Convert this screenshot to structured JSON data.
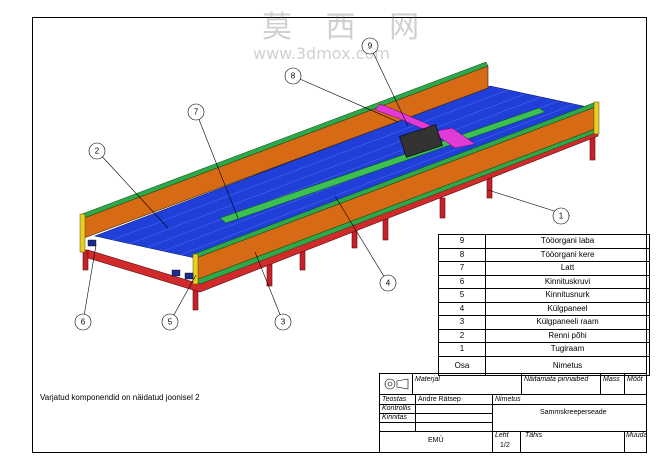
{
  "watermark": {
    "chinese": "莫 西 网",
    "url": "www.3dmox.com"
  },
  "note": "Varjatud komponendid on näidatud joonisel 2",
  "callouts": [
    "1",
    "2",
    "3",
    "4",
    "5",
    "6",
    "7",
    "8",
    "9"
  ],
  "parts_list": {
    "rows": [
      {
        "pos": "9",
        "name": "Tööorgani laba"
      },
      {
        "pos": "8",
        "name": "Tööorgani kere"
      },
      {
        "pos": "7",
        "name": "Latt"
      },
      {
        "pos": "6",
        "name": "Kinnituskruvi"
      },
      {
        "pos": "5",
        "name": "Kinnitusnurk"
      },
      {
        "pos": "4",
        "name": "Külgpaneel"
      },
      {
        "pos": "3",
        "name": "Külgpaneeli raam"
      },
      {
        "pos": "2",
        "name": "Renni põhi"
      },
      {
        "pos": "1",
        "name": "Tugiraam"
      }
    ],
    "header": {
      "pos": "Osa",
      "name": "Nimetus"
    }
  },
  "title_block": {
    "material_label": "Materjal",
    "surface_label": "Näitamata pinnaibed",
    "mass_label": "Mass",
    "scale_label": "Mõõt",
    "author_label": "Teostas",
    "author": "Andre Rätsep",
    "checked_label": "Kontrollis",
    "approved_label": "Kinnitas",
    "name_label": "Nimetus",
    "name": "Sammskreeperseade",
    "org": "EMÜ",
    "sheet_label": "Leht",
    "sheet": "1/2",
    "code_label": "Tähis",
    "change_label": "Muuda"
  }
}
